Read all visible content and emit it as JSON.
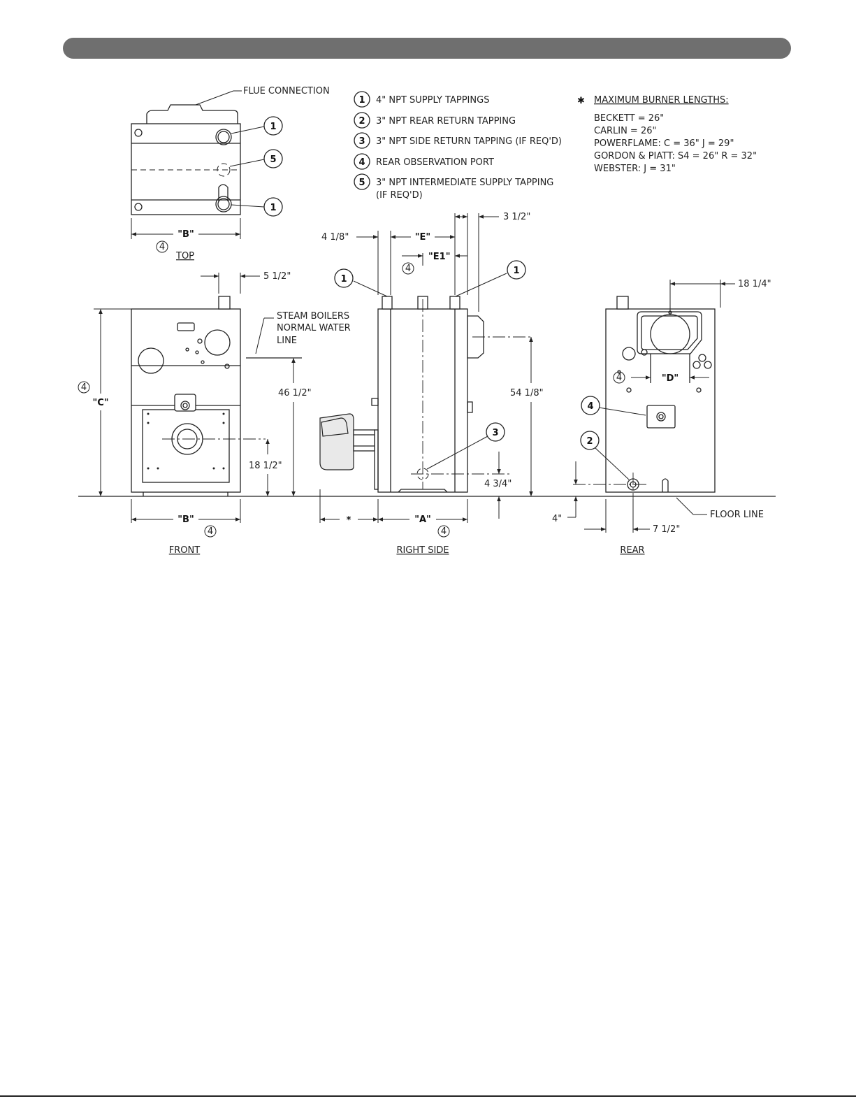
{
  "callout_legend": [
    {
      "num": "1",
      "text": "4\" NPT SUPPLY TAPPINGS"
    },
    {
      "num": "2",
      "text": "3\" NPT REAR RETURN TAPPING"
    },
    {
      "num": "3",
      "text": "3\" NPT SIDE RETURN TAPPING (IF REQ'D)"
    },
    {
      "num": "4",
      "text": "REAR OBSERVATION PORT"
    },
    {
      "num": "5",
      "text": "3\" NPT INTERMEDIATE SUPPLY TAPPING",
      "text2": "(IF REQ'D)"
    }
  ],
  "burner_notes": {
    "symbol": "✱",
    "title": "MAXIMUM BURNER LENGTHS:",
    "lines": [
      "BECKETT = 26\"",
      "CARLIN = 26\"",
      "POWERFLAME:  C = 36\"   J = 29\"",
      "GORDON & PIATT:  S4 = 26\"   R = 32\"",
      "WEBSTER:  J = 31\""
    ]
  },
  "views": {
    "top": "TOP",
    "front": "FRONT",
    "right_side": "RIGHT SIDE",
    "rear": "REAR"
  },
  "labels": {
    "flue_connection": "FLUE CONNECTION",
    "steam_line_1": "STEAM BOILERS",
    "steam_line_2": "NORMAL WATER",
    "steam_line_3": "LINE",
    "floor_line": "FLOOR LINE",
    "note_ref": "4",
    "asterisk": "*"
  },
  "dimensions": {
    "B": "\"B\"",
    "C": "\"C\"",
    "A": "\"A\"",
    "E": "\"E\"",
    "E1": "\"E1\"",
    "D": "\"D\"",
    "d_5_1_2": "5 1/2\"",
    "d_4_1_8": "4 1/8\"",
    "d_3_1_2": "3 1/2\"",
    "d_46_1_2": "46 1/2\"",
    "d_18_1_2": "18 1/2\"",
    "d_54_1_8": "54 1/8\"",
    "d_4_3_4": "4 3/4\"",
    "d_18_1_4": "18 1/4\"",
    "d_4": "4\"",
    "d_7_1_2": "7 1/2\""
  }
}
